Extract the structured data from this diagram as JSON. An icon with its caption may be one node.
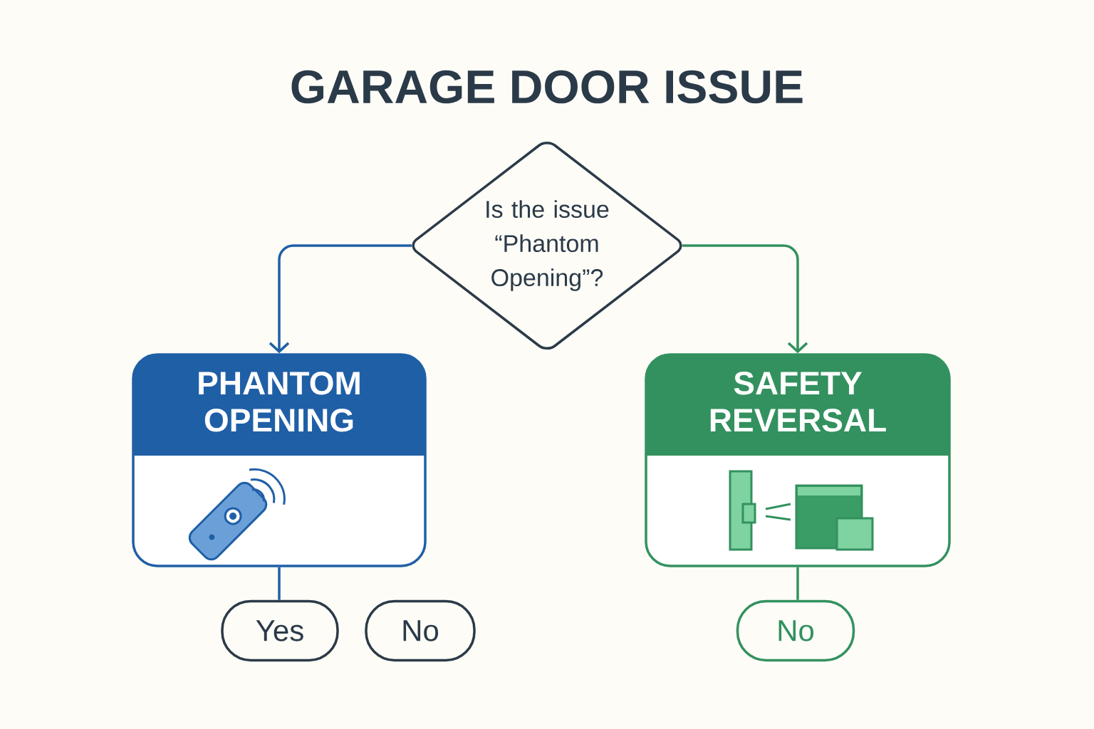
{
  "diagram": {
    "title": "GARAGE DOOR ISSUE",
    "nodes": [
      {
        "text": [
          "Is the issue “Phantom Opening”?"
        ]
      },
      {
        "text": [
          "PHANTOM OPENING"
        ]
      },
      {
        "text": [
          "SAFETY REVERSAL"
        ]
      },
      {
        "text": [
          "Yes"
        ]
      },
      {
        "text": [
          "No"
        ]
      },
      {
        "text": [
          "No"
        ]
      }
    ],
    "edges": [
      {
        "from": 0,
        "to": 1,
        "arrow": "to",
        "color": "#1f5fa6"
      },
      {
        "from": 0,
        "to": 2,
        "arrow": "to",
        "color": "#33915f"
      },
      {
        "from": 1,
        "to": 3,
        "arrow": "none",
        "color": "#1f5fa6"
      },
      {
        "from": 2,
        "to": 5,
        "arrow": "none",
        "color": "#33915f"
      }
    ]
  }
}
